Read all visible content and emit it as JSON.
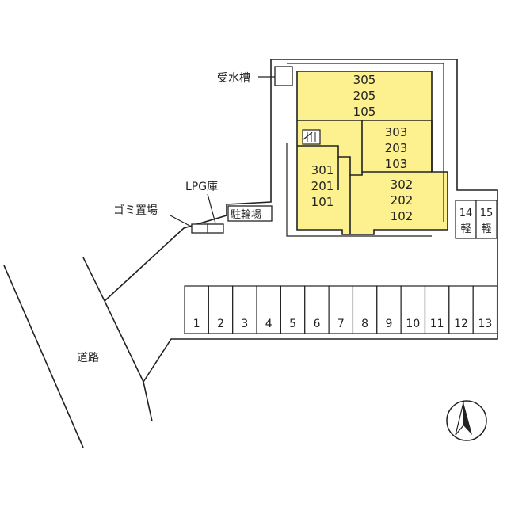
{
  "colors": {
    "building": "#fdf18f",
    "line": "#222222",
    "background": "#ffffff"
  },
  "labels": {
    "water_tank": "受水槽",
    "lpg": "LPG庫",
    "garbage": "ゴミ置場",
    "bicycle": "駐輪場",
    "road": "道路"
  },
  "units": {
    "u305": [
      "305",
      "205",
      "105"
    ],
    "u303": [
      "303",
      "203",
      "103"
    ],
    "u301": [
      "301",
      "201",
      "101"
    ],
    "u302": [
      "302",
      "202",
      "102"
    ]
  },
  "parking": [
    "1",
    "2",
    "3",
    "4",
    "5",
    "6",
    "7",
    "8",
    "9",
    "10",
    "11",
    "12",
    "13"
  ],
  "light_parking": [
    {
      "num": "14",
      "kind": "軽"
    },
    {
      "num": "15",
      "kind": "軽"
    }
  ],
  "icons": {
    "stairs": "stairs-icon",
    "north": "north-arrow-icon"
  }
}
